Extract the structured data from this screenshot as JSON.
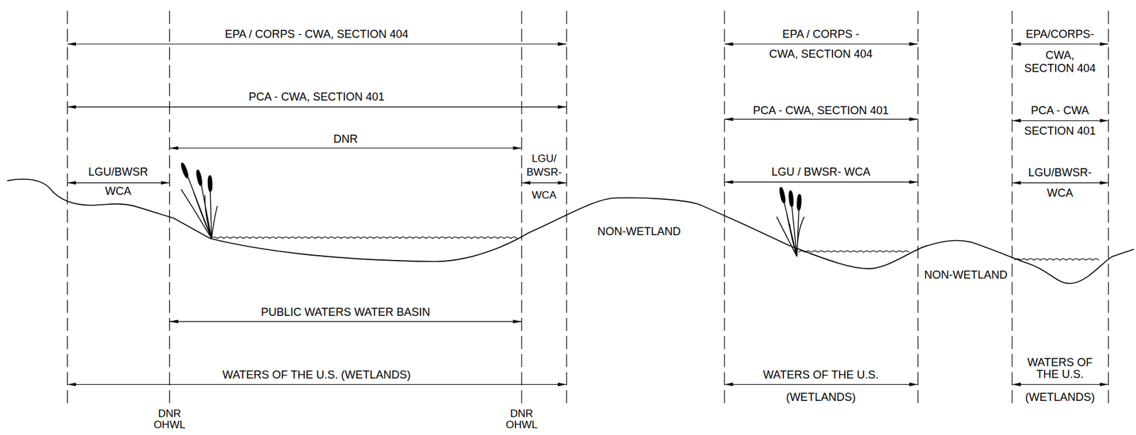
{
  "diagram": {
    "labels": [
      "EPA / CORPS - CWA, SECTION 404",
      "PCA - CWA, SECTION 401",
      "DNR",
      "LGU/BWSR",
      "WCA",
      "LGU/",
      "BWSR-",
      "WCA",
      "NON-WETLAND",
      "PUBLIC WATERS WATER BASIN",
      "WATERS OF THE U.S. (WETLANDS)",
      "DNR OHWL",
      "DNR OHWL",
      "EPA / CORPS -",
      "CWA, SECTION 404",
      "PCA - CWA, SECTION 401",
      "LGU / BWSR- WCA",
      "NON-WETLAND",
      "WATERS OF THE U.S.",
      "(WETLANDS)",
      "EPA/CORPS-",
      "CWA,",
      "SECTION 404",
      "PCA - CWA",
      "SECTION 401",
      "LGU/BWSR-",
      "WCA",
      "WATERS OF THE U.S.",
      "(WETLANDS)"
    ]
  }
}
